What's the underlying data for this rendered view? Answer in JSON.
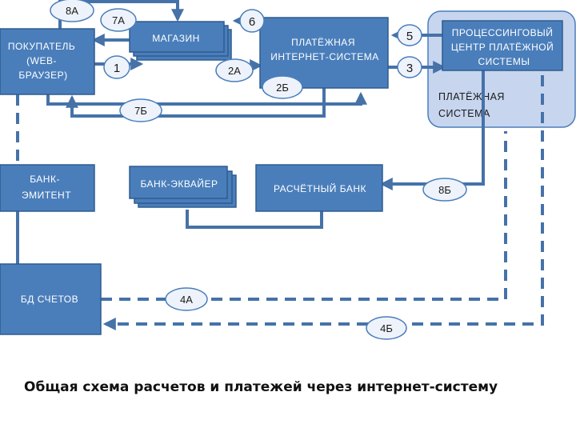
{
  "colors": {
    "box_fill": "#4a7ebb",
    "box_stroke": "#2e5c8f",
    "arrow": "#4672a8",
    "region_fill": "#c7d5ef",
    "oval_fill": "#eef3fb",
    "oval_stroke": "#4a7ebb"
  },
  "boxes": {
    "buyer": [
      "ПОКУПАТЕЛЬ",
      "(WEB-",
      "БРАУЗЕР)"
    ],
    "shop": [
      "МАГАЗИН"
    ],
    "payment_system": [
      "ПЛАТЁЖНАЯ",
      "ИНТЕРНЕТ-СИСТЕМА"
    ],
    "processing_center": [
      "ПРОЦЕССИНГОВЫЙ",
      "ЦЕНТР ПЛАТЁЖНОЙ",
      "СИСТЕМЫ"
    ],
    "issuer_bank": [
      "БАНК-",
      "ЭМИТЕНТ"
    ],
    "acquirer_bank": [
      "БАНК-ЭКВАЙЕР"
    ],
    "settlement_bank": [
      "РАСЧЁТНЫЙ БАНК"
    ],
    "accounts_db": [
      "БД СЧЕТОВ"
    ]
  },
  "region_label": [
    "ПЛАТЁЖНАЯ",
    "СИСТЕМА"
  ],
  "steps": {
    "s8a": "8А",
    "s7a": "7А",
    "s6": "6",
    "s5": "5",
    "s1": "1",
    "s2a": "2А",
    "s3": "3",
    "s2b": "2Б",
    "s7b": "7Б",
    "s8b": "8Б",
    "s4a": "4А",
    "s4b": "4Б"
  },
  "caption": "Общая схема расчетов и платежей через интернет-систему"
}
